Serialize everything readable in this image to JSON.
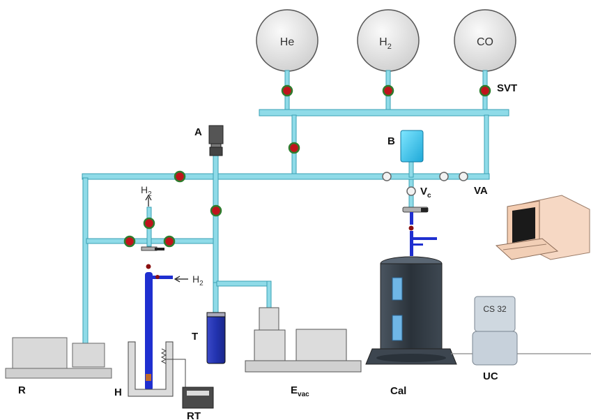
{
  "gases": [
    {
      "label": "He",
      "sub": ""
    },
    {
      "label": "H",
      "sub": "2"
    },
    {
      "label": "CO",
      "sub": ""
    }
  ],
  "labels": {
    "svt": "SVT",
    "a": "A",
    "b": "B",
    "vc_main": "V",
    "vc_sub": "c",
    "va": "VA",
    "t": "T",
    "r": "R",
    "h": "H",
    "rt": "RT",
    "evac_main": "E",
    "evac_sub": "vac",
    "cal": "Cal",
    "uc": "UC",
    "cs32": "CS 32",
    "h2_top_main": "H",
    "h2_top_sub": "2",
    "h2_side_main": "H",
    "h2_side_sub": "2"
  },
  "colors": {
    "pipe": "#8fdbe8",
    "pipe_edge": "#3aa0b4",
    "valve_red": "#c0141c",
    "valve_ring": "#2e7d2e",
    "reactor_blue": "#1f2fd0",
    "sphere_fill": "#e6e6e6",
    "box_fill": "#d9d9d9"
  }
}
